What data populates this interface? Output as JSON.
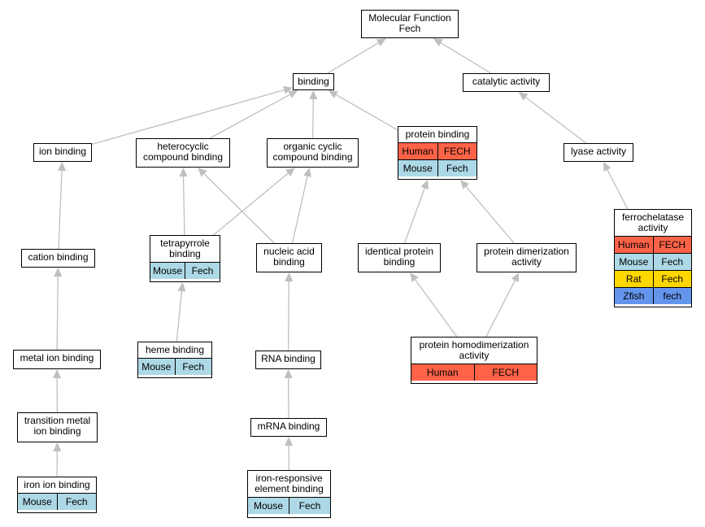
{
  "colors": {
    "Human": "#ff6347",
    "Mouse": "#add8e6",
    "Rat": "#ffd700",
    "Zfish": "#6495ed",
    "edge": "#bfbfbf"
  },
  "nodes": {
    "root": {
      "label": "Molecular Function\nFech"
    },
    "binding": {
      "label": "binding"
    },
    "catalytic": {
      "label": "catalytic activity"
    },
    "ion_binding": {
      "label": "ion binding"
    },
    "heterocyclic": {
      "label": "heterocyclic\ncompound binding"
    },
    "organic_cyclic": {
      "label": "organic cyclic\ncompound binding"
    },
    "protein_binding": {
      "label": "protein binding",
      "rows": [
        [
          "Human",
          "FECH"
        ],
        [
          "Mouse",
          "Fech"
        ]
      ]
    },
    "lyase": {
      "label": "lyase activity"
    },
    "ferrochelatase": {
      "label": "ferrochelatase\nactivity",
      "rows": [
        [
          "Human",
          "FECH"
        ],
        [
          "Mouse",
          "Fech"
        ],
        [
          "Rat",
          "Fech"
        ],
        [
          "Zfish",
          "fech"
        ]
      ]
    },
    "cation_binding": {
      "label": "cation binding"
    },
    "tetrapyrrole": {
      "label": "tetrapyrrole\nbinding",
      "rows": [
        [
          "Mouse",
          "Fech"
        ]
      ]
    },
    "nucleic_acid": {
      "label": "nucleic acid\nbinding"
    },
    "identical_protein": {
      "label": "identical protein\nbinding"
    },
    "dimerization": {
      "label": "protein dimerization\nactivity"
    },
    "metal_ion": {
      "label": "metal ion binding"
    },
    "heme_binding": {
      "label": "heme binding",
      "rows": [
        [
          "Mouse",
          "Fech"
        ]
      ]
    },
    "rna_binding": {
      "label": "RNA binding"
    },
    "homodimerization": {
      "label": "protein homodimerization\nactivity",
      "rows": [
        [
          "Human",
          "FECH"
        ]
      ]
    },
    "transition_metal": {
      "label": "transition metal\nion binding"
    },
    "mrna_binding": {
      "label": "mRNA binding"
    },
    "iron_ion": {
      "label": "iron ion binding",
      "rows": [
        [
          "Mouse",
          "Fech"
        ]
      ]
    },
    "ire_binding": {
      "label": "iron-responsive\nelement binding",
      "rows": [
        [
          "Mouse",
          "Fech"
        ]
      ]
    }
  },
  "edges": [
    [
      "binding",
      "root"
    ],
    [
      "catalytic",
      "root"
    ],
    [
      "ion_binding",
      "binding"
    ],
    [
      "heterocyclic",
      "binding"
    ],
    [
      "organic_cyclic",
      "binding"
    ],
    [
      "protein_binding",
      "binding"
    ],
    [
      "lyase",
      "catalytic"
    ],
    [
      "ferrochelatase",
      "lyase"
    ],
    [
      "cation_binding",
      "ion_binding"
    ],
    [
      "tetrapyrrole",
      "heterocyclic"
    ],
    [
      "tetrapyrrole",
      "organic_cyclic"
    ],
    [
      "nucleic_acid",
      "heterocyclic"
    ],
    [
      "nucleic_acid",
      "organic_cyclic"
    ],
    [
      "identical_protein",
      "protein_binding"
    ],
    [
      "dimerization",
      "protein_binding"
    ],
    [
      "metal_ion",
      "cation_binding"
    ],
    [
      "heme_binding",
      "tetrapyrrole"
    ],
    [
      "rna_binding",
      "nucleic_acid"
    ],
    [
      "homodimerization",
      "identical_protein"
    ],
    [
      "homodimerization",
      "dimerization"
    ],
    [
      "transition_metal",
      "metal_ion"
    ],
    [
      "mrna_binding",
      "rna_binding"
    ],
    [
      "iron_ion",
      "transition_metal"
    ],
    [
      "ire_binding",
      "mrna_binding"
    ]
  ]
}
